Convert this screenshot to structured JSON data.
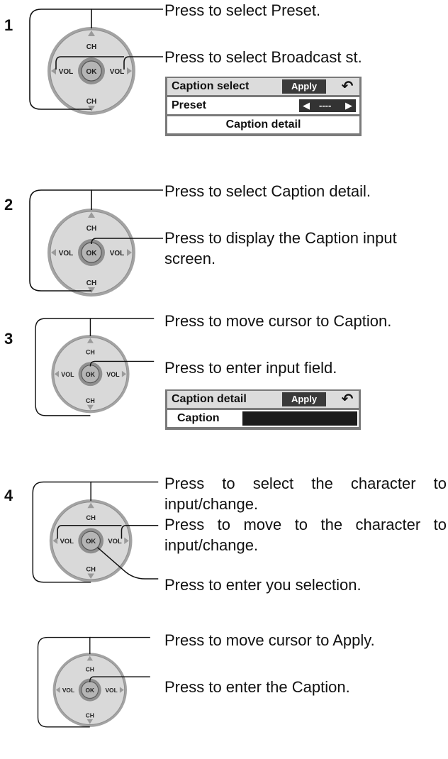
{
  "remote": {
    "ch": "CH",
    "vol": "VOL",
    "ok": "OK"
  },
  "steps": [
    {
      "number": "1",
      "captions": [
        "Press to select Preset.",
        "Press to select Broadcast st."
      ],
      "menu": {
        "title": "Caption select",
        "apply": "Apply",
        "back_icon": "return-arrow-icon",
        "rows": [
          {
            "label": "Preset",
            "value": "----"
          },
          {
            "label": "Caption detail"
          }
        ]
      }
    },
    {
      "number": "2",
      "captions": [
        "Press to select Caption detail.",
        "Press to display the Caption input screen."
      ]
    },
    {
      "number": "3",
      "captions": [
        "Press to move cursor to Caption.",
        "Press to enter input field."
      ],
      "menu": {
        "title": "Caption  detail",
        "apply": "Apply",
        "back_icon": "return-arrow-icon",
        "rows": [
          {
            "label": "Caption",
            "value": ""
          }
        ]
      }
    },
    {
      "number": "4",
      "captions": [
        "Press to select the character to input/change.",
        "Press to move to the character to input/change.",
        "Press to enter you selection."
      ]
    },
    {
      "number": "",
      "captions": [
        "Press to move cursor to Apply.",
        "Press to enter the Caption."
      ]
    }
  ]
}
